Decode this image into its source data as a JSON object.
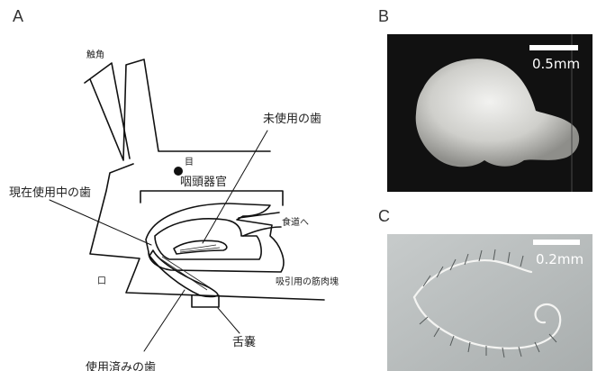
{
  "panels": {
    "a": {
      "letter": "A"
    },
    "b": {
      "letter": "B",
      "scale_label": "0.5mm",
      "background": "#111111"
    },
    "c": {
      "letter": "C",
      "scale_label": "0.2mm",
      "background": "#b9bdbd"
    }
  },
  "labels": {
    "tentacle": "触角",
    "eye": "目",
    "pharynx": "咽頭器官",
    "unused_teeth": "未使用の歯",
    "current_tooth": "現在使用中の歯",
    "to_esophagus": "食道へ",
    "mouth": "口",
    "suction_muscle": "吸引用の筋肉塊",
    "tongue_sac": "舌嚢",
    "used_teeth": "使用済みの歯"
  }
}
